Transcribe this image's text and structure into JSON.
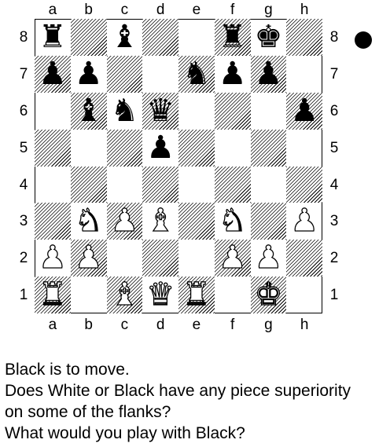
{
  "files": [
    "a",
    "b",
    "c",
    "d",
    "e",
    "f",
    "g",
    "h"
  ],
  "ranks": [
    "8",
    "7",
    "6",
    "5",
    "4",
    "3",
    "2",
    "1"
  ],
  "to_move": "black",
  "pieces": [
    {
      "square": "a8",
      "color": "black",
      "type": "rook",
      "glyph": "♜"
    },
    {
      "square": "c8",
      "color": "black",
      "type": "bishop",
      "glyph": "♝"
    },
    {
      "square": "f8",
      "color": "black",
      "type": "rook",
      "glyph": "♜"
    },
    {
      "square": "g8",
      "color": "black",
      "type": "king",
      "glyph": "♚"
    },
    {
      "square": "a7",
      "color": "black",
      "type": "pawn",
      "glyph": "♟"
    },
    {
      "square": "b7",
      "color": "black",
      "type": "pawn",
      "glyph": "♟"
    },
    {
      "square": "e7",
      "color": "black",
      "type": "knight",
      "glyph": "♞"
    },
    {
      "square": "f7",
      "color": "black",
      "type": "pawn",
      "glyph": "♟"
    },
    {
      "square": "g7",
      "color": "black",
      "type": "pawn",
      "glyph": "♟"
    },
    {
      "square": "b6",
      "color": "black",
      "type": "bishop",
      "glyph": "♝"
    },
    {
      "square": "c6",
      "color": "black",
      "type": "knight",
      "glyph": "♞"
    },
    {
      "square": "d6",
      "color": "black",
      "type": "queen",
      "glyph": "♛"
    },
    {
      "square": "h6",
      "color": "black",
      "type": "pawn",
      "glyph": "♟"
    },
    {
      "square": "d5",
      "color": "black",
      "type": "pawn",
      "glyph": "♟"
    },
    {
      "square": "b3",
      "color": "white",
      "type": "knight",
      "glyph": "♞"
    },
    {
      "square": "c3",
      "color": "white",
      "type": "pawn",
      "glyph": "♟"
    },
    {
      "square": "d3",
      "color": "white",
      "type": "bishop",
      "glyph": "♝"
    },
    {
      "square": "f3",
      "color": "white",
      "type": "knight",
      "glyph": "♞"
    },
    {
      "square": "h3",
      "color": "white",
      "type": "pawn",
      "glyph": "♟"
    },
    {
      "square": "a2",
      "color": "white",
      "type": "pawn",
      "glyph": "♟"
    },
    {
      "square": "b2",
      "color": "white",
      "type": "pawn",
      "glyph": "♟"
    },
    {
      "square": "f2",
      "color": "white",
      "type": "pawn",
      "glyph": "♟"
    },
    {
      "square": "g2",
      "color": "white",
      "type": "pawn",
      "glyph": "♟"
    },
    {
      "square": "a1",
      "color": "white",
      "type": "rook",
      "glyph": "♜"
    },
    {
      "square": "c1",
      "color": "white",
      "type": "bishop",
      "glyph": "♝"
    },
    {
      "square": "d1",
      "color": "white",
      "type": "queen",
      "glyph": "♛"
    },
    {
      "square": "e1",
      "color": "white",
      "type": "rook",
      "glyph": "♜"
    },
    {
      "square": "g1",
      "color": "white",
      "type": "king",
      "glyph": "♚"
    }
  ],
  "caption": {
    "line1": "Black is to move.",
    "line2": "Does White or Black have any piece superiority",
    "line3": "on some of the flanks?",
    "line4": "What would you play with Black?"
  }
}
